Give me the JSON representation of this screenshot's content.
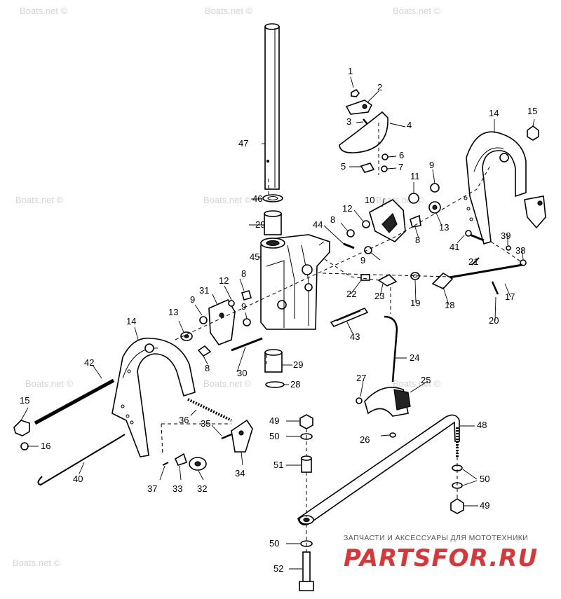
{
  "watermark": "Boats.net ©",
  "watermark_positions_count": 10,
  "brand": {
    "tagline": "ЗАПЧАСТИ И АКСЕССУАРЫ ДЛЯ МОТОТЕХНИКИ",
    "name": "PARTSFOR.RU",
    "color": "#d9363a"
  },
  "callouts": [
    "1",
    "2",
    "3",
    "4",
    "5",
    "6",
    "7",
    "8",
    "8",
    "8",
    "8",
    "9",
    "9",
    "9",
    "9",
    "10",
    "11",
    "12",
    "12",
    "13",
    "13",
    "14",
    "14",
    "15",
    "15",
    "16",
    "17",
    "18",
    "19",
    "20",
    "21",
    "22",
    "23",
    "24",
    "25",
    "26",
    "27",
    "28",
    "29",
    "29",
    "30",
    "31",
    "32",
    "33",
    "34",
    "35",
    "36",
    "37",
    "38",
    "39",
    "40",
    "41",
    "42",
    "43",
    "44",
    "45",
    "46",
    "47",
    "48",
    "49",
    "49",
    "50",
    "50",
    "50",
    "51",
    "52"
  ]
}
